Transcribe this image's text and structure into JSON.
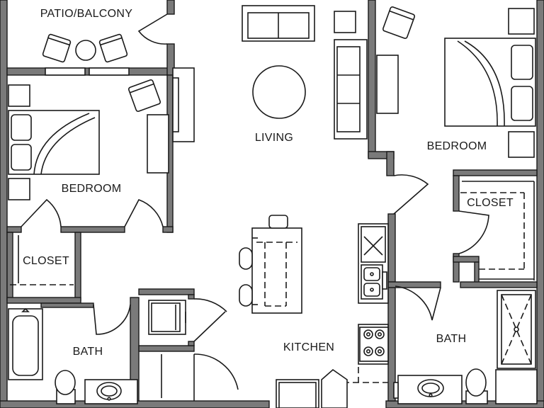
{
  "plan": {
    "rooms": {
      "patio": "PATIO/BALCONY",
      "living": "LIVING",
      "bedroom_left": "BEDROOM",
      "bedroom_right": "BEDROOM",
      "closet_left": "CLOSET",
      "closet_right": "CLOSET",
      "bath_left": "BATH",
      "bath_right": "BATH",
      "kitchen": "KITCHEN"
    },
    "colors": {
      "wall": "#7a7a7a",
      "line": "#1a1a1a",
      "background": "#ffffff"
    }
  }
}
